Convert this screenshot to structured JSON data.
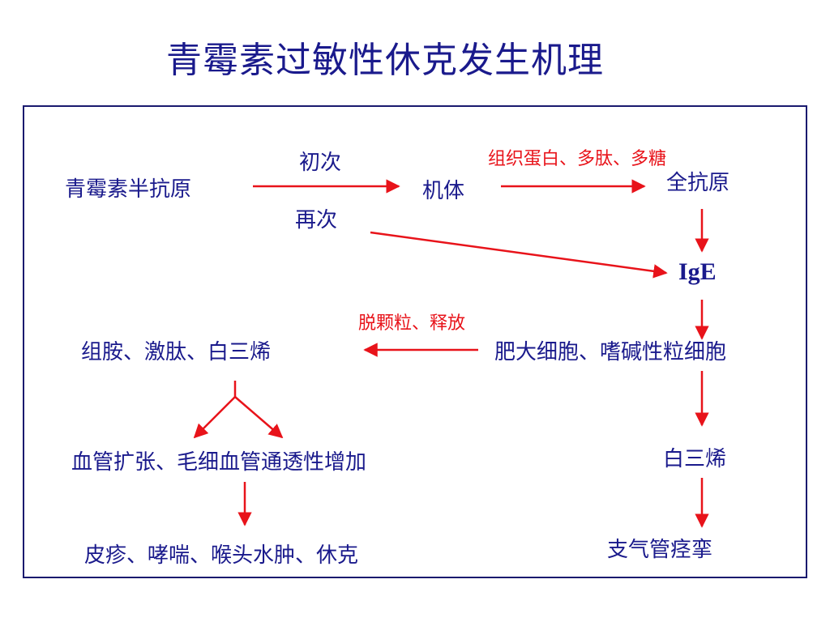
{
  "title": "青霉素过敏性休克发生机理",
  "nodes": {
    "hapten": "青霉素半抗原",
    "body": "机体",
    "full_antigen": "全抗原",
    "ige": "IgE",
    "mast_cells": "肥大细胞、嗜碱性粒细胞",
    "mediators": "组胺、激肽、白三烯",
    "vasodilation": "血管扩张、毛细血管通透性增加",
    "symptoms": "皮疹、哮喘、喉头水肿、休克",
    "leukotriene": "白三烯",
    "bronchospasm": "支气管痉挛"
  },
  "labels": {
    "first_time": "初次",
    "second_time": "再次",
    "proteins": "组织蛋白、多肽、多糖",
    "degranulation": "脱颗粒、释放"
  },
  "colors": {
    "title": "#1a1a8c",
    "text": "#1a1a8c",
    "arrow": "#e8131a",
    "frame": "#1a1a6e"
  }
}
